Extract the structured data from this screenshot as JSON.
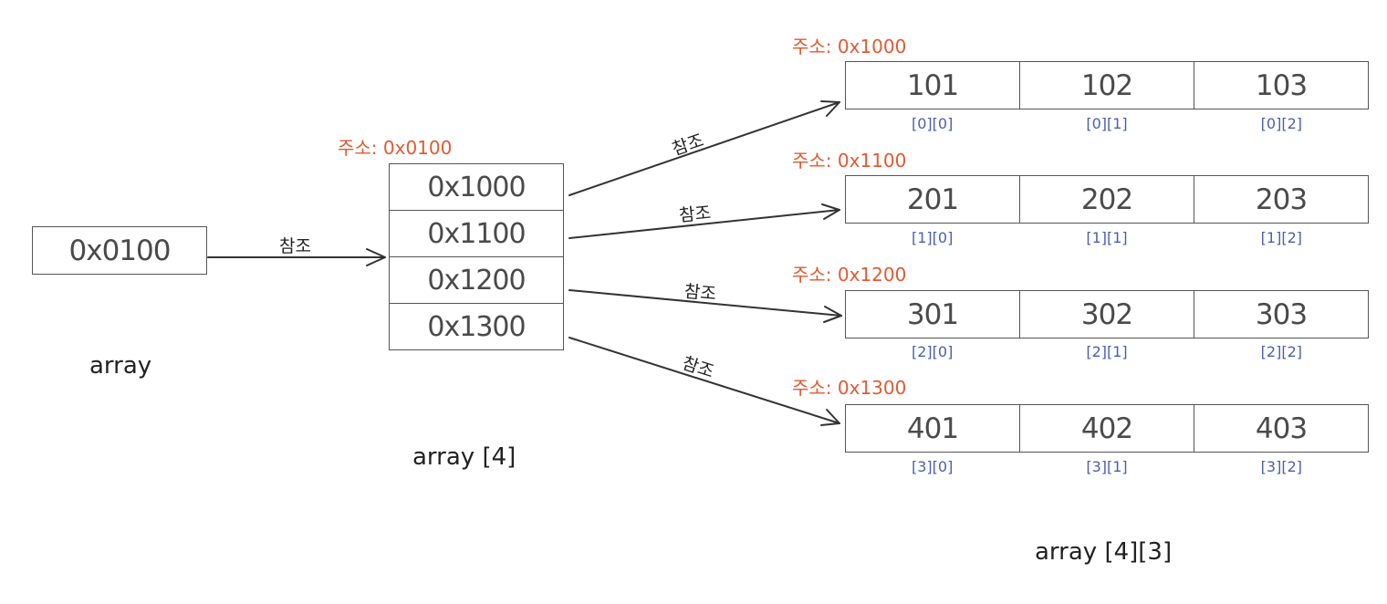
{
  "var": {
    "value": "0x0100",
    "name": "array"
  },
  "pointer_array": {
    "address_label": "주소: 0x0100",
    "cells": [
      "0x1000",
      "0x1100",
      "0x1200",
      "0x1300"
    ],
    "name": "array [4]"
  },
  "rows": [
    {
      "address_label": "주소: 0x1000",
      "values": [
        "101",
        "102",
        "103"
      ],
      "indices": [
        "[0][0]",
        "[0][1]",
        "[0][2]"
      ]
    },
    {
      "address_label": "주소: 0x1100",
      "values": [
        "201",
        "202",
        "203"
      ],
      "indices": [
        "[1][0]",
        "[1][1]",
        "[1][2]"
      ]
    },
    {
      "address_label": "주소: 0x1200",
      "values": [
        "301",
        "302",
        "303"
      ],
      "indices": [
        "[2][0]",
        "[2][1]",
        "[2][2]"
      ]
    },
    {
      "address_label": "주소: 0x1300",
      "values": [
        "401",
        "402",
        "403"
      ],
      "indices": [
        "[3][0]",
        "[3][1]",
        "[3][2]"
      ]
    }
  ],
  "refs": {
    "main": "참조",
    "r0": "참조",
    "r1": "참조",
    "r2": "참조",
    "r3": "참조"
  },
  "table_name": "array [4][3]",
  "colors": {
    "address": "#e05a33",
    "index": "#4a5fb0",
    "border": "#555555"
  }
}
